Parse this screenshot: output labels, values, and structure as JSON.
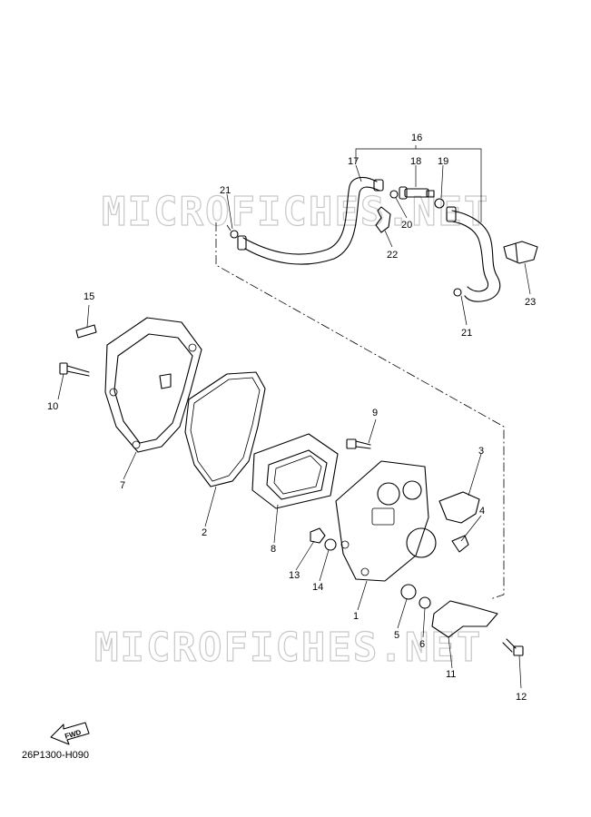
{
  "watermarks": [
    "MICROFICHES.NET",
    "MICROFICHES.NET"
  ],
  "fwd_label": "FWD",
  "diagram_code": "26P1300-H090",
  "callouts": {
    "c1": "1",
    "c2": "2",
    "c3": "3",
    "c4": "4",
    "c5": "5",
    "c6": "6",
    "c7": "7",
    "c8": "8",
    "c9": "9",
    "c10": "10",
    "c11": "11",
    "c12": "12",
    "c13": "13",
    "c14": "14",
    "c15": "15",
    "c16": "16",
    "c17": "17",
    "c18": "18",
    "c19": "19",
    "c20": "20",
    "c21a": "21",
    "c21b": "21",
    "c22": "22",
    "c23": "23"
  }
}
